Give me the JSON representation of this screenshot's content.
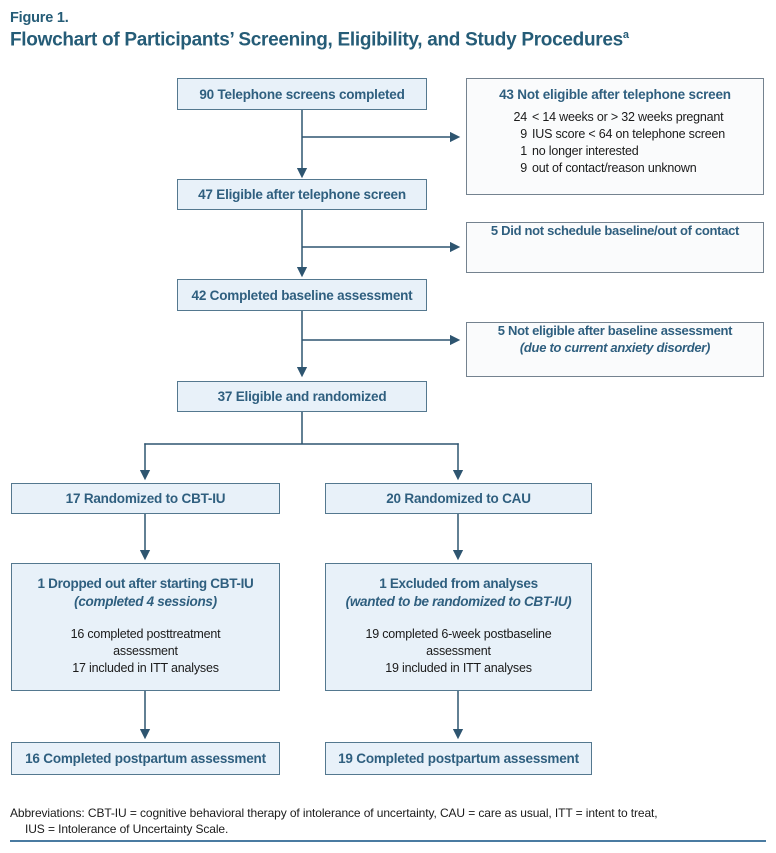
{
  "figure": {
    "label": "Figure 1.",
    "title": "Flowchart of Participants’ Screening, Eligibility, and Study Procedures",
    "superscript": "a"
  },
  "colors": {
    "heading": "#255c77",
    "box_fill": "#e8f1f9",
    "box_border": "#54788f",
    "box_text": "#2f5f7f",
    "side_box_fill": "#fafbfc",
    "side_box_border": "#74828f",
    "connector_line": "#2e5570",
    "body_text": "#1b1b1b",
    "bottom_rule": "#4a7ba1"
  },
  "screening": {
    "steps": [
      "90 Telephone screens completed",
      "47 Eligible after telephone screen",
      "42 Completed baseline assessment",
      "37 Eligible and randomized"
    ]
  },
  "exclusions": {
    "telephone": {
      "title": "43 Not eligible after telephone screen",
      "items": [
        {
          "n": "24",
          "text": "< 14 weeks or > 32 weeks pregnant"
        },
        {
          "n": "9",
          "text": "IUS score < 64 on telephone screen"
        },
        {
          "n": "1",
          "text": "no longer interested"
        },
        {
          "n": "9",
          "text": "out of contact/reason unknown"
        }
      ]
    },
    "baseline_scheduling": {
      "title": "5 Did not schedule baseline/out of contact"
    },
    "baseline": {
      "title": "5 Not eligible after baseline assessment",
      "reason_italic": "(due to current anxiety disorder)"
    }
  },
  "arms": {
    "cbtiu": {
      "randomized": "17 Randomized to CBT-IU",
      "detail_title": "1 Dropped out after starting CBT-IU",
      "detail_note_italic": "(completed 4 sessions)",
      "detail_lines": [
        "16 completed posttreatment",
        "assessment",
        "17 included in ITT analyses"
      ],
      "final": "16 Completed postpartum assessment"
    },
    "cau": {
      "randomized": "20 Randomized to CAU",
      "detail_title": "1 Excluded from analyses",
      "detail_note_italic": "(wanted to be randomized to CBT-IU)",
      "detail_lines": [
        "19 completed 6-week postbaseline",
        "assessment",
        "19 included in ITT analyses"
      ],
      "final": "19 Completed postpartum assessment"
    }
  },
  "footnote": {
    "line1": "Abbreviations: CBT-IU = cognitive behavioral therapy of intolerance of uncertainty, CAU = care as usual, ITT = intent to treat,",
    "line2": "IUS = Intolerance of Uncertainty Scale."
  }
}
